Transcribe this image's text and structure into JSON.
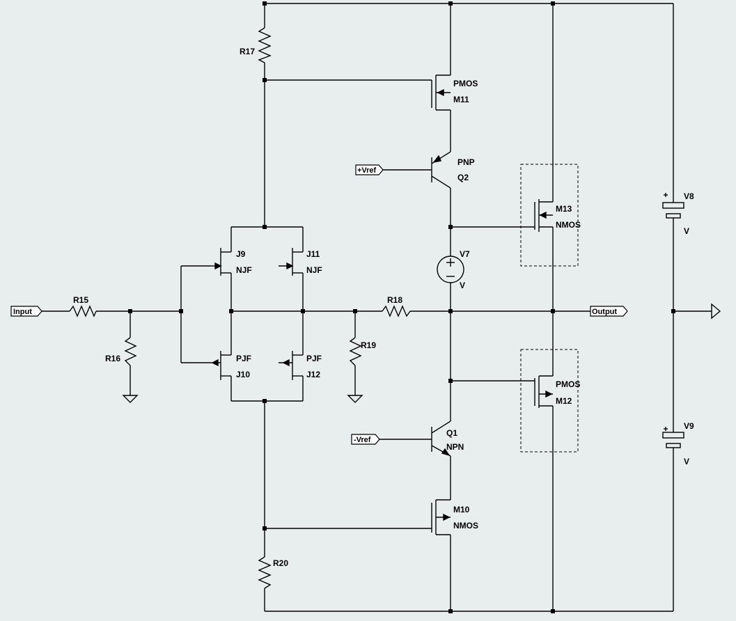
{
  "colors": {
    "background": "#e8eeee",
    "wire": "#000000",
    "junction": "#000000",
    "box": "#000000"
  },
  "ports": {
    "input": "Input",
    "output": "Output",
    "vref_pos": "+Vref",
    "vref_neg": "-Vref"
  },
  "components": {
    "R15": {
      "name": "R15"
    },
    "R16": {
      "name": "R16"
    },
    "R17": {
      "name": "R17"
    },
    "R18": {
      "name": "R18"
    },
    "R19": {
      "name": "R19"
    },
    "R20": {
      "name": "R20"
    },
    "J9": {
      "name": "J9",
      "type": "NJF"
    },
    "J11": {
      "name": "J11",
      "type": "NJF"
    },
    "J10": {
      "name": "J10",
      "type": "PJF"
    },
    "J12": {
      "name": "J12",
      "type": "PJF"
    },
    "M11": {
      "name": "M11",
      "type": "PMOS"
    },
    "M10": {
      "name": "M10",
      "type": "NMOS"
    },
    "M13": {
      "name": "M13",
      "type": "NMOS"
    },
    "M12": {
      "name": "M12",
      "type": "PMOS"
    },
    "Q2": {
      "name": "Q2",
      "type": "PNP"
    },
    "Q1": {
      "name": "Q1",
      "type": "NPN"
    },
    "V7": {
      "name": "V7",
      "value": "V"
    },
    "V8": {
      "name": "V8",
      "value": "V"
    },
    "V9": {
      "name": "V9",
      "value": "V"
    }
  }
}
